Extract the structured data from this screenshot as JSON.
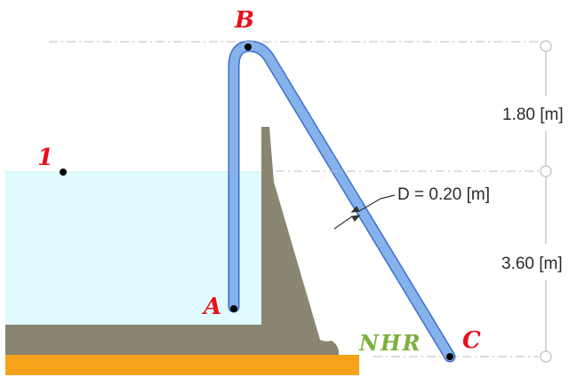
{
  "points": {
    "one": "1",
    "a": "A",
    "b": "B",
    "c": "C"
  },
  "dimensions": {
    "upper": "1.80 [m]",
    "lower": "3.60 [m]",
    "diameter": "D = 0.20 [m]"
  },
  "datum_label": "NHR",
  "colors": {
    "water": "#e0fbfd",
    "pipe": "#86b2ec",
    "pipe_edge": "#3c6fcc",
    "dam": "#8a8672",
    "ground": "#f5a31a",
    "point_label": "#e8101a",
    "datum_label": "#7ab03c"
  }
}
